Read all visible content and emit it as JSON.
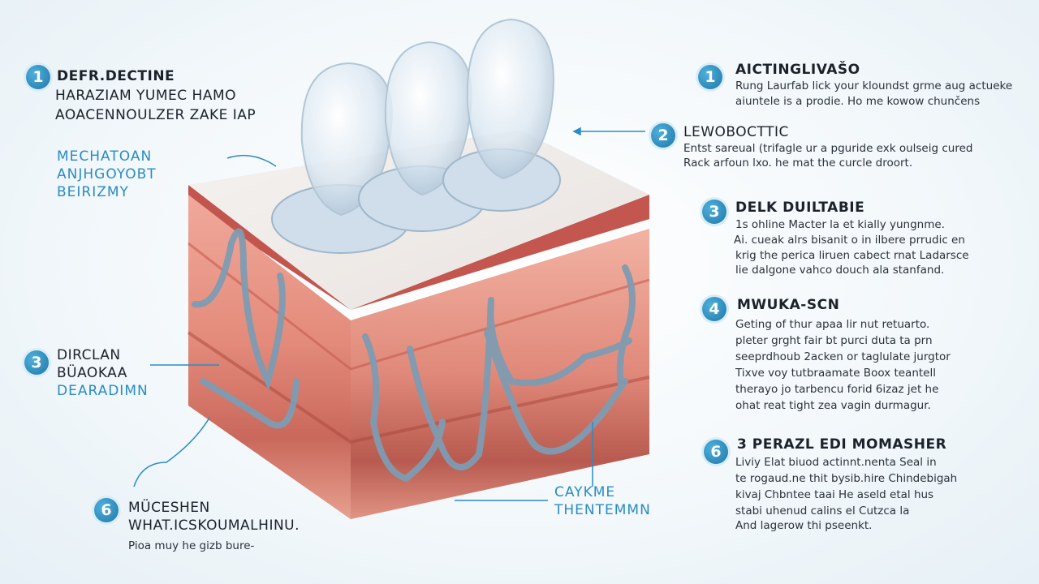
{
  "colors": {
    "accent": "#2a8cc4",
    "badge": "#1f78a8",
    "tissue": "#e08a7a",
    "vessel": "#7f9bb2"
  },
  "left": {
    "top": {
      "number": "1",
      "lines": [
        "DEFR.DECTINE",
        "HARAZIAM YUMEC HAMO",
        "AOACENNOULZER ZAKE IAP"
      ]
    },
    "blue_label": {
      "lines": [
        "MECHATOAN",
        "ANJHGOYOBT",
        "BEIRIZMY"
      ]
    },
    "mid": {
      "number": "3",
      "dark_lines": [
        "DIRCLAN",
        "BÜAOKAA"
      ],
      "blue_line": "DEARADIMN"
    },
    "bottom": {
      "number": "6",
      "lines": [
        "MÜCESHEN",
        "WHAT.ICSKOUMALHINU."
      ],
      "caption": "Pioa muy he gizb bure-"
    }
  },
  "center_bottom": {
    "lines": [
      "CAYKME",
      "THENTEMMN"
    ]
  },
  "right": [
    {
      "number": "1",
      "title": "AICTINGLIVAŠO",
      "lines": [
        "Rung Laurfab lick your kloundst grme aug actueke",
        "aiuntele is a prodie. Ho me kowow chunčens"
      ]
    },
    {
      "number": "2",
      "title": "LEWOBOCTTIC",
      "lines": [
        "Entst sareual (trifagle ur a pguride exk oulseig cured",
        "Rack arfoun lxo. he mat the curcle droort."
      ]
    },
    {
      "number": "3",
      "title": "DELK DUILTABIE",
      "lines": [
        "1s ohline Macter la et kially yungnme.",
        "Ai. cueak alrs bisanit o in ilbere prrudic en",
        "krig the perica liruen cabect rnat Ladarsce",
        "lie dalgone vahco douch ala stanfand."
      ]
    },
    {
      "number": "4",
      "title": "MWUKA-SCN",
      "lines": [
        "Geting of thur apaa lir nut retuarto.",
        "pleter grght fair bt purci duta ta prn",
        "seeprdhoub 2acken or taglulate jurgtor",
        "Tixve voy tutbraamate Boox teantell",
        "therayo jo tarbencu forid 6izaz jet he",
        "ohat reat tight zea vagin durmagur."
      ]
    },
    {
      "number": "6",
      "title": "3 PERAZL EDI MOMASHER",
      "lines": [
        "Liviy Elat biuod actinnt.nenta Seal in",
        "te rogaud.ne thit bysib.hire Chindebigah",
        "kivaj Chbntee taai He aseld etal hus",
        "stabi uhenud calins el Cutzca la",
        "And lagerow thi pseenkt."
      ]
    }
  ]
}
